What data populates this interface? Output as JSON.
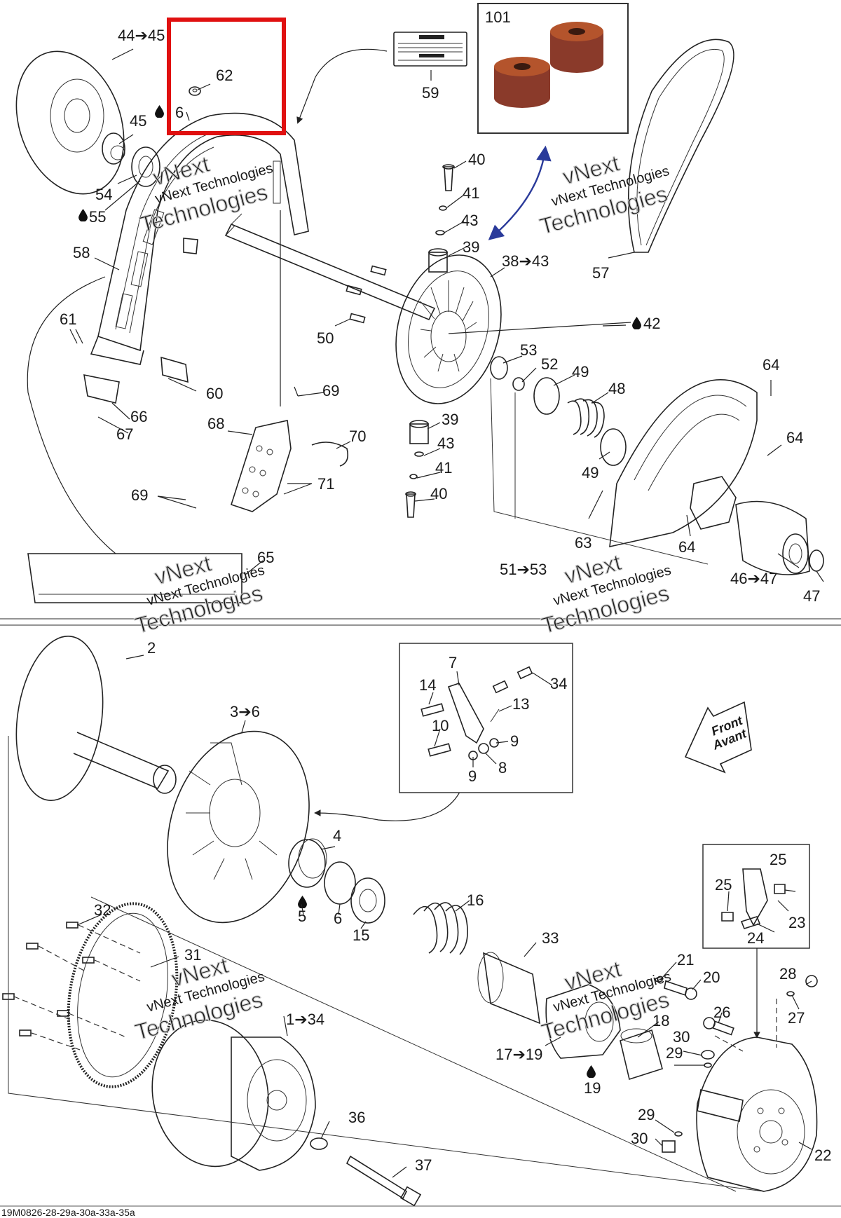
{
  "labels": {
    "l44_45": "44➔45",
    "l62": "62",
    "l6a": "6",
    "l45": "45",
    "l54": "54",
    "l55": "55",
    "l58": "58",
    "l61": "61",
    "l59": "59",
    "l101": "101",
    "l40a": "40",
    "l41a": "41",
    "l43a": "43",
    "l39a": "39",
    "l38_43": "38➔43",
    "l42": "42",
    "l57": "57",
    "l50": "50",
    "l53": "53",
    "l52": "52",
    "l49a": "49",
    "l48": "48",
    "l49b": "49",
    "l64a": "64",
    "l64b": "64",
    "l64c": "64",
    "l60": "60",
    "l69a": "69",
    "l66": "66",
    "l67": "67",
    "l68": "68",
    "l70": "70",
    "l39b": "39",
    "l43b": "43",
    "l41b": "41",
    "l40b": "40",
    "l71": "71",
    "l69b": "69",
    "l63": "63",
    "l65": "65",
    "l51_53": "51➔53",
    "l46_47": "46➔47",
    "l47": "47",
    "l2": "2",
    "l3_6": "3➔6",
    "l7": "7",
    "l14": "14",
    "l34a": "34",
    "l13": "13",
    "l10": "10",
    "l9a": "9",
    "l9b": "9",
    "l8": "8",
    "l4": "4",
    "l5": "5",
    "l6b": "6",
    "l15": "15",
    "l16": "16",
    "l33": "33",
    "l32": "32",
    "l31": "31",
    "l1_34": "1➔34",
    "l21": "21",
    "l20": "20",
    "l25a": "25",
    "l25b": "25",
    "l23": "23",
    "l24": "24",
    "l28": "28",
    "l27": "27",
    "l26": "26",
    "l18": "18",
    "l17_19": "17➔19",
    "l19": "19",
    "l30a": "30",
    "l29a": "29",
    "l29b": "29",
    "l30b": "30",
    "l22": "22",
    "l36": "36",
    "l37": "37"
  },
  "front_arrow": {
    "line1": "Front",
    "line2": "Avant"
  },
  "watermark": {
    "line1": "vNext",
    "line2": "vNext Technologies",
    "line3": "Technologies"
  },
  "footer_code": "19M0826-28-29a-30a-33a-35a",
  "colors": {
    "highlight": "#e01010",
    "arrow_blue": "#2a3a9a",
    "rubber": "#8a3a2a",
    "rubber_light": "#b4542c"
  },
  "icons": [
    "oil-drop-icon",
    "front-direction-arrow-icon"
  ]
}
